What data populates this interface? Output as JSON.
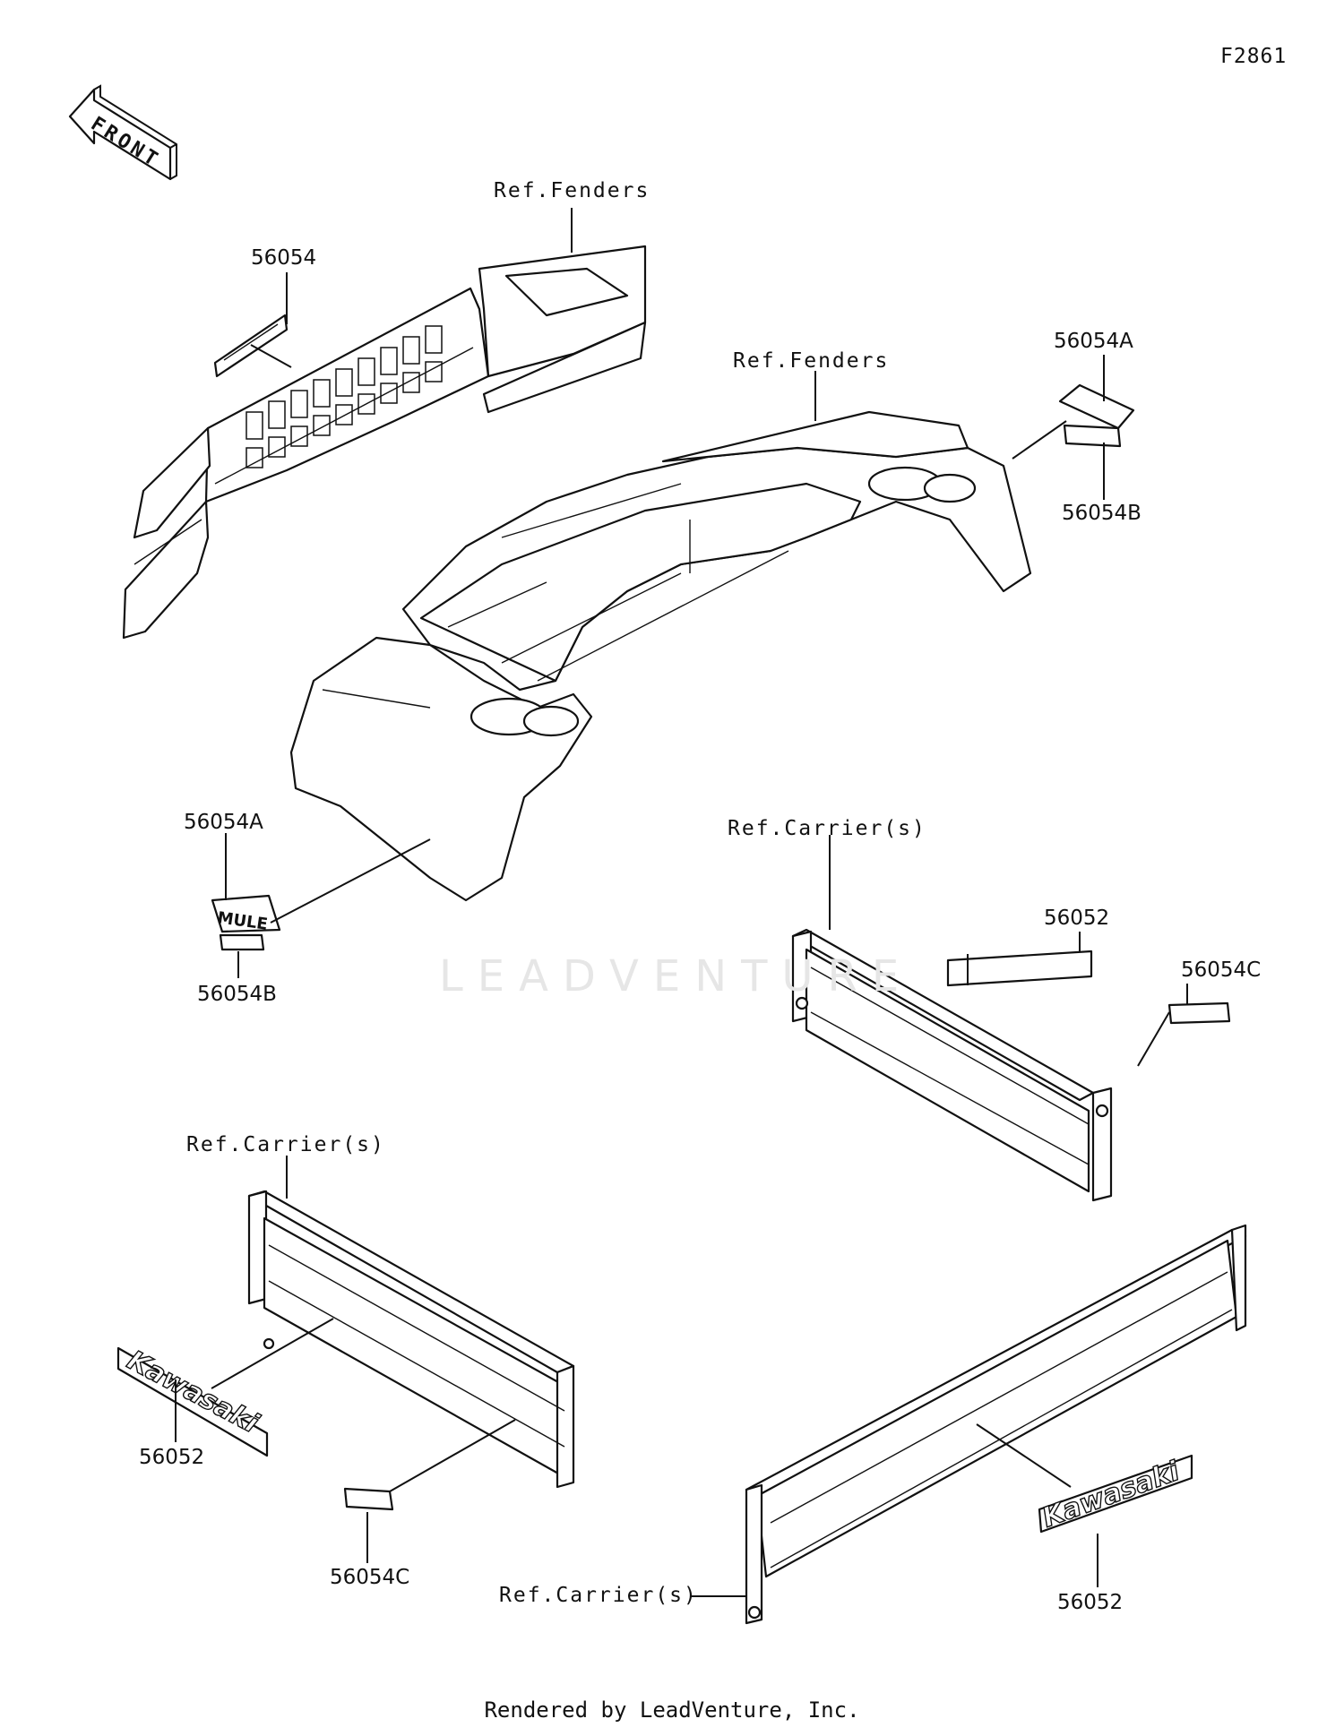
{
  "diagram": {
    "code": "F2861",
    "front_arrow_label": "FRONT",
    "watermark": "LEADVENTURE",
    "footer": "Rendered by LeadVenture, Inc.",
    "labels": {
      "ref_fenders_top": "Ref.Fenders",
      "part_56054": "56054",
      "ref_fenders_mid": "Ref.Fenders",
      "part_56054a_right": "56054A",
      "part_56054b_right": "56054B",
      "part_56054a_left": "56054A",
      "part_56054b_left": "56054B",
      "ref_carriers_mid": "Ref.Carrier(s)",
      "part_56052_mid": "56052",
      "part_56054c_right": "56054C",
      "ref_carriers_lower": "Ref.Carrier(s)",
      "part_56052_left": "56052",
      "part_56054c_left": "56054C",
      "ref_carriers_bottom": "Ref.Carrier(s)",
      "part_56052_right": "56052"
    },
    "decal_text": {
      "kawasaki": "Kawasaki",
      "mule": "MULE"
    }
  }
}
